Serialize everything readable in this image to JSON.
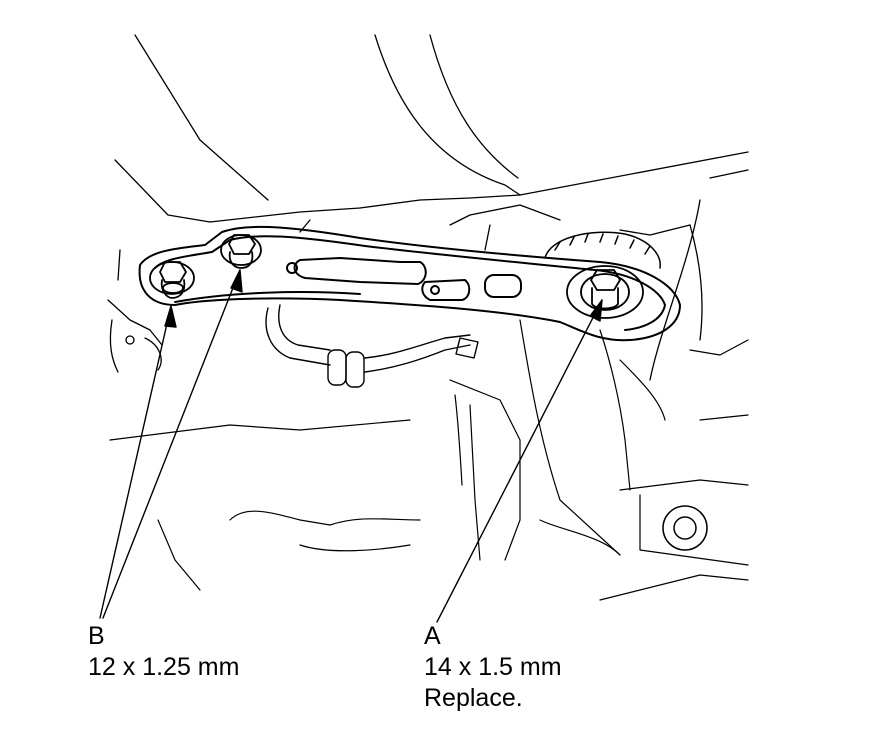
{
  "callouts": {
    "A": {
      "letter": "A",
      "size": "14 x 1.5 mm",
      "note": "Replace."
    },
    "B": {
      "letter": "B",
      "size": "12 x 1.25 mm"
    }
  },
  "colors": {
    "line": "#000000",
    "background": "#ffffff"
  }
}
